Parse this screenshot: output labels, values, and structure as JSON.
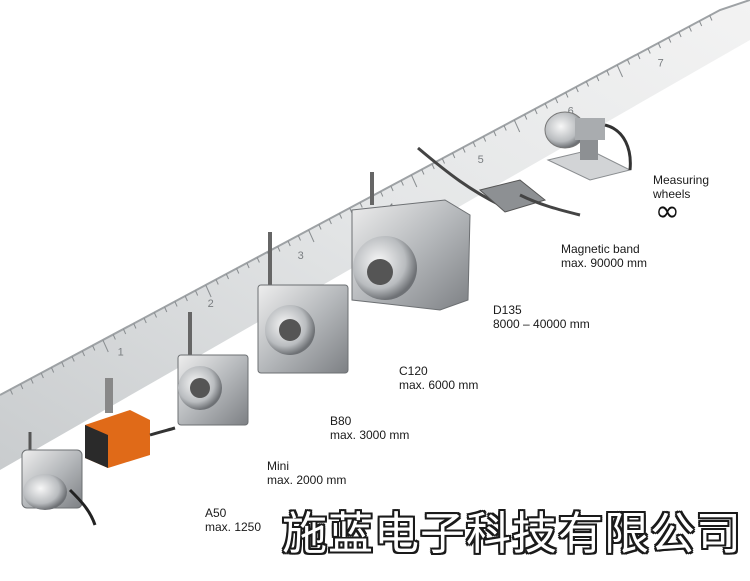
{
  "products": [
    {
      "name": "A50",
      "range": "max. 1250"
    },
    {
      "name": "Mini",
      "range": "max. 2000 mm"
    },
    {
      "name": "B80",
      "range": "max. 3000 mm"
    },
    {
      "name": "C120",
      "range": "max. 6000 mm"
    },
    {
      "name": "D135",
      "range": "8000 – 40000 mm"
    },
    {
      "name": "Magnetic band",
      "range": "max. 90000 mm"
    },
    {
      "name": "Measuring",
      "range": "wheels"
    }
  ],
  "infinity_symbol": "∞",
  "ruler_numbers": [
    "1",
    "2",
    "3",
    "4",
    "5",
    "6",
    "7"
  ],
  "watermark": "施蓝电子科技有限公司"
}
